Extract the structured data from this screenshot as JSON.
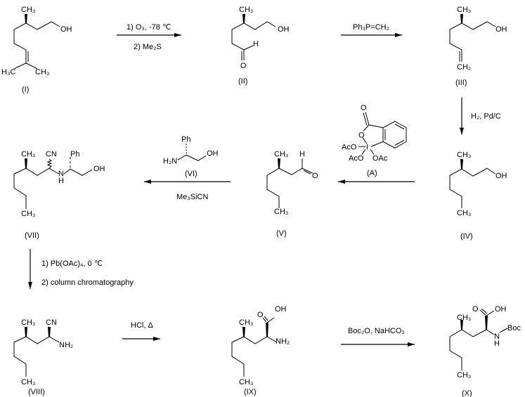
{
  "compounds": {
    "I": {
      "label": "(I)",
      "atoms": [
        "CH₃",
        "OH",
        "H₃C",
        "CH₃"
      ]
    },
    "II": {
      "label": "(II)",
      "atoms": [
        "CH₃",
        "OH",
        "H",
        "O"
      ]
    },
    "III": {
      "label": "(III)",
      "atoms": [
        "CH₃",
        "OH",
        "CH₂"
      ]
    },
    "IV": {
      "label": "(IV)",
      "atoms": [
        "CH₃",
        "OH",
        "CH₃"
      ]
    },
    "V": {
      "label": "(V)",
      "atoms": [
        "CH₃",
        "H",
        "O",
        "CH₃"
      ]
    },
    "VI": {
      "label": "(VI)",
      "atoms": [
        "Ph",
        "H₂N",
        "OH"
      ]
    },
    "VII": {
      "label": "(VII)",
      "atoms": [
        "CH₃",
        "CN",
        "Ph",
        "N",
        "H",
        "OH",
        "CH₃"
      ]
    },
    "VIII": {
      "label": "(VIII)",
      "atoms": [
        "CH₃",
        "CN",
        "NH₂",
        "CH₃"
      ]
    },
    "IX": {
      "label": "(IX)",
      "atoms": [
        "CH₃",
        "O",
        "OH",
        "NH₂",
        "CH₃"
      ]
    },
    "X": {
      "label": "(X)",
      "atoms": [
        "CH₃",
        "O",
        "OH",
        "N",
        "H",
        "Boc",
        "CH₃"
      ]
    },
    "A": {
      "label": "(A)",
      "atoms": [
        "O",
        "O",
        "AcO",
        "I",
        "AcO",
        "OAc"
      ]
    }
  },
  "steps": [
    {
      "from": "I",
      "to": "II",
      "conditions": [
        "1) O₃, -78 ℃",
        "2) Me₂S"
      ]
    },
    {
      "from": "II",
      "to": "III",
      "conditions": [
        "Ph₃P=CH₂"
      ]
    },
    {
      "from": "III",
      "to": "IV",
      "conditions": [
        "H₂, Pd/C"
      ]
    },
    {
      "from": "IV",
      "to": "V",
      "conditions": [
        "(A)"
      ]
    },
    {
      "from": "V",
      "to": "VII",
      "conditions": [
        "(VI)",
        "Me₃SiCN"
      ]
    },
    {
      "from": "VII",
      "to": "VIII",
      "conditions": [
        "1) Pb(OAc)₄, 0 ℃",
        "2) column chromatography"
      ]
    },
    {
      "from": "VIII",
      "to": "IX",
      "conditions": [
        "HCl, Δ"
      ]
    },
    {
      "from": "IX",
      "to": "X",
      "conditions": [
        "Boc₂O, NaHCO₃"
      ]
    }
  ]
}
